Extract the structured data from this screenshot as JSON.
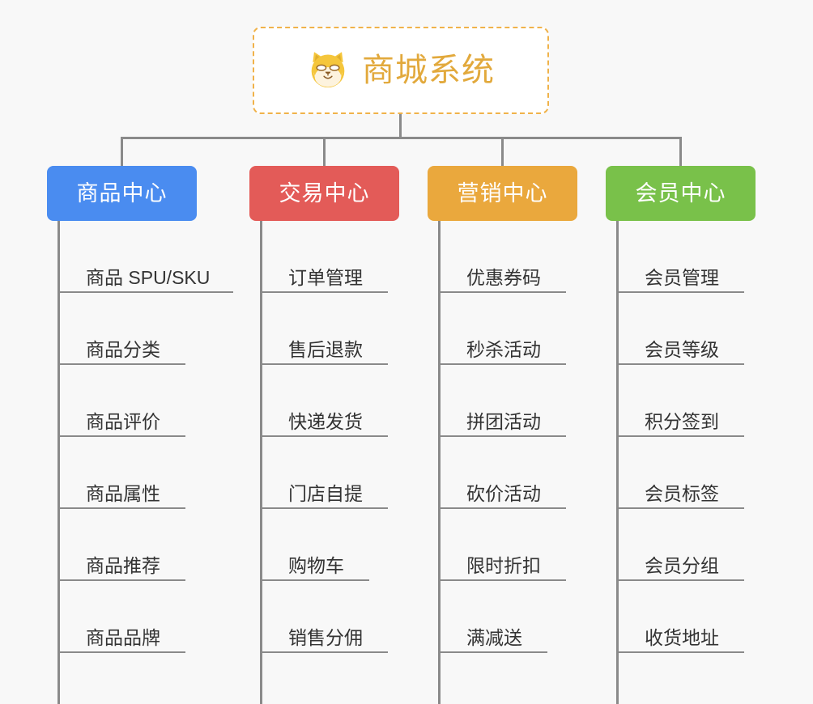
{
  "page": {
    "background_color": "#f8f8f8",
    "line_color": "#8a8a8a"
  },
  "root": {
    "title": "商城系统",
    "icon": "shiba-dog-face-icon",
    "text_color": "#e2a93c",
    "border_color": "#f0b24a",
    "background_color": "#ffffff"
  },
  "categories": [
    {
      "label": "商品中心",
      "color": "#4a8cf0",
      "items": [
        "商品 SPU/SKU",
        "商品分类",
        "商品评价",
        "商品属性",
        "商品推荐",
        "商品品牌"
      ]
    },
    {
      "label": "交易中心",
      "color": "#e35b58",
      "items": [
        "订单管理",
        "售后退款",
        "快递发货",
        "门店自提",
        "购物车",
        "销售分佣"
      ]
    },
    {
      "label": "营销中心",
      "color": "#eaa83d",
      "items": [
        "优惠券码",
        "秒杀活动",
        "拼团活动",
        "砍价活动",
        "限时折扣",
        "满减送"
      ]
    },
    {
      "label": "会员中心",
      "color": "#79c14a",
      "items": [
        "会员管理",
        "会员等级",
        "积分签到",
        "会员标签",
        "会员分组",
        "收货地址"
      ]
    }
  ]
}
